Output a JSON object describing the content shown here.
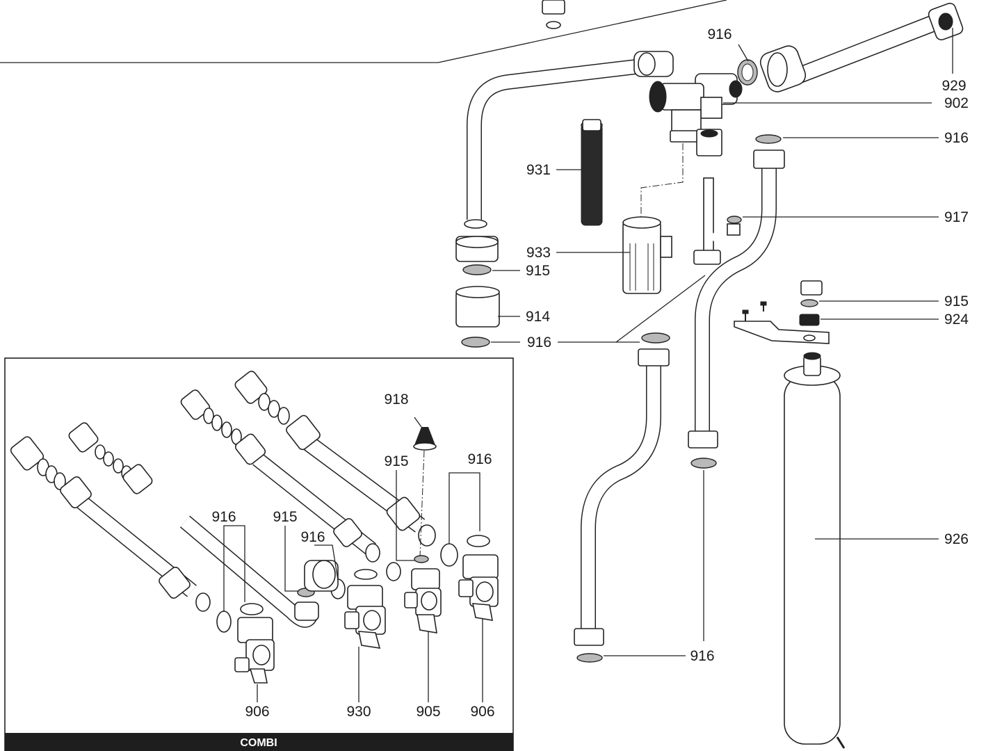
{
  "labels": {
    "l916_top": "916",
    "l929": "929",
    "l902": "902",
    "l916_right": "916",
    "l931": "931",
    "l917": "917",
    "l933": "933",
    "l915_left": "915",
    "l915_right": "915",
    "l924": "924",
    "l914": "914",
    "l916_mid": "916",
    "l926": "926",
    "l916_bottom": "916"
  },
  "inset": {
    "title": "COMBI",
    "labels": {
      "i918": "918",
      "i915_a": "915",
      "i916_a": "916",
      "i916_b": "916",
      "i915_b": "915",
      "i916_c": "916",
      "i906_a": "906",
      "i930": "930",
      "i905": "905",
      "i906_b": "906"
    }
  }
}
